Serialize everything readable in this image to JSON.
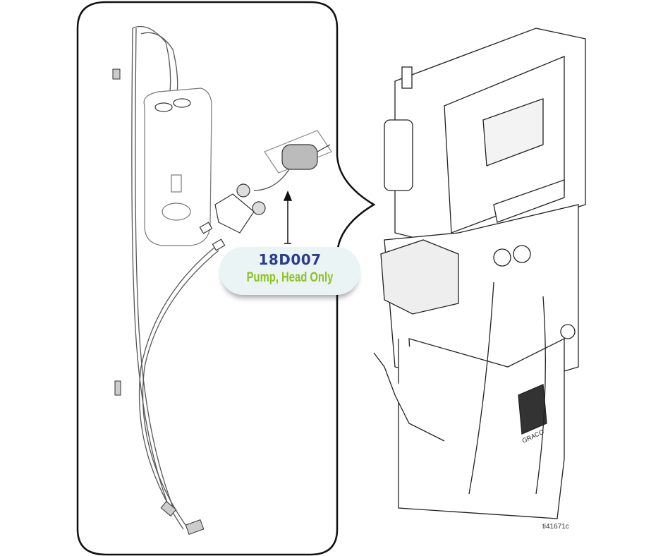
{
  "callout": {
    "part_number": "18D007",
    "description": "Pump, Head Only",
    "part_number_color": "#2a3d8c",
    "description_color": "#8cc31c",
    "background_color": "#eaf4f5"
  },
  "figure_id": "ti41671c",
  "logo_text": "GRACO"
}
